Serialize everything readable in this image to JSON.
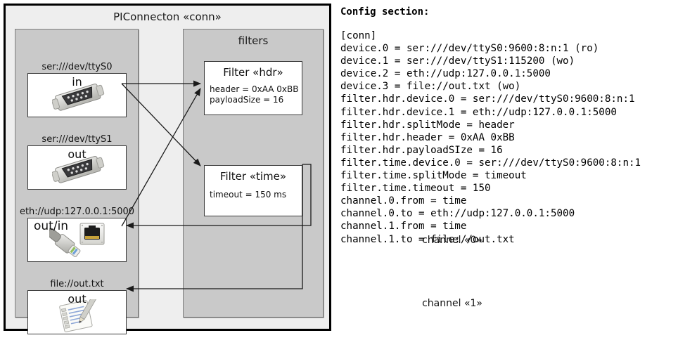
{
  "diagram": {
    "title": "PIConnecton «conn»",
    "devices_panel": {
      "nodes": [
        {
          "caption": "ser:///dev/ttyS0",
          "label": "in",
          "icon": "serial-port-icon"
        },
        {
          "caption": "ser:///dev/ttyS1",
          "label": "out",
          "icon": "serial-port-icon"
        },
        {
          "caption": "eth://udp:127.0.0.1:5000",
          "label": "out/in",
          "icon": "ethernet-plug-icon"
        },
        {
          "caption": "file://out.txt",
          "label": "out",
          "icon": "text-file-icon"
        }
      ]
    },
    "filters_panel": {
      "title": "filters",
      "filters": [
        {
          "title": "Filter «hdr»",
          "attrs": [
            "header = 0xAA 0xBB",
            "payloadSize = 16"
          ]
        },
        {
          "title": "Filter «time»",
          "attrs": [
            "timeout = 150 ms"
          ]
        }
      ]
    },
    "channels": [
      {
        "label": "channel «0»"
      },
      {
        "label": "channel «1»"
      }
    ],
    "colors": {
      "frame_border": "#000000",
      "frame_fill": "#eeeeee",
      "panel_fill": "#c9c9c9",
      "panel_border": "#7d7d7d",
      "node_fill": "#ffffff",
      "node_border": "#3a3a3a",
      "connector": "#1a1a1a"
    }
  },
  "config": {
    "heading": "Config section:",
    "lines": "[conn]\ndevice.0 = ser:///dev/ttyS0:9600:8:n:1 (ro)\ndevice.1 = ser:///dev/ttyS1:115200 (wo)\ndevice.2 = eth://udp:127.0.0.1:5000\ndevice.3 = file://out.txt (wo)\nfilter.hdr.device.0 = ser:///dev/ttyS0:9600:8:n:1\nfilter.hdr.device.1 = eth://udp:127.0.0.1:5000\nfilter.hdr.splitMode = header\nfilter.hdr.header = 0xAA 0xBB\nfilter.hdr.payloadSIze = 16\nfilter.time.device.0 = ser:///dev/ttyS0:9600:8:n:1\nfilter.time.splitMode = timeout\nfilter.time.timeout = 150\nchannel.0.from = time\nchannel.0.to = eth://udp:127.0.0.1:5000\nchannel.1.from = time\nchannel.1.to = file://out.txt"
  }
}
